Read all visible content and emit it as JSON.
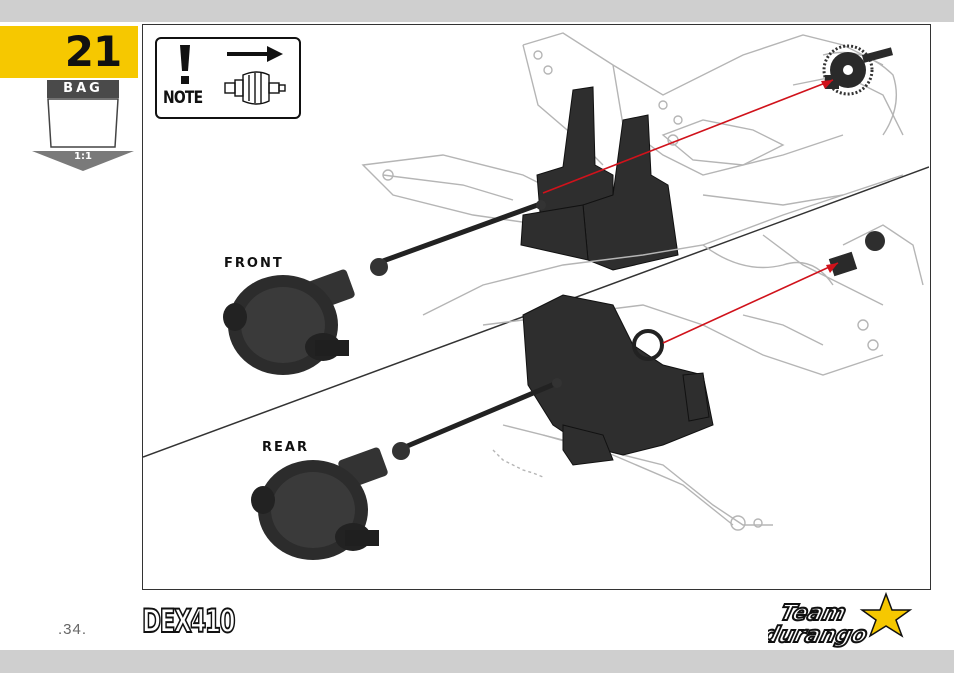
{
  "step": {
    "number": "21"
  },
  "bag": {
    "label": "BAG",
    "scale": "1:1"
  },
  "note": {
    "label": "NOTE",
    "icons": [
      "exclamation-icon",
      "arrow-right-icon",
      "differential-icon"
    ]
  },
  "sections": {
    "front_label": "FRONT",
    "rear_label": "REAR"
  },
  "footer": {
    "page_number": ".34.",
    "model": "DEX410",
    "brand_logo": "Team Durango"
  },
  "colors": {
    "accent_yellow": "#f6c800",
    "guide_line_red": "#d0121b",
    "page_margin": "#cfcfcf",
    "part_dark": "#2a2a2a"
  }
}
